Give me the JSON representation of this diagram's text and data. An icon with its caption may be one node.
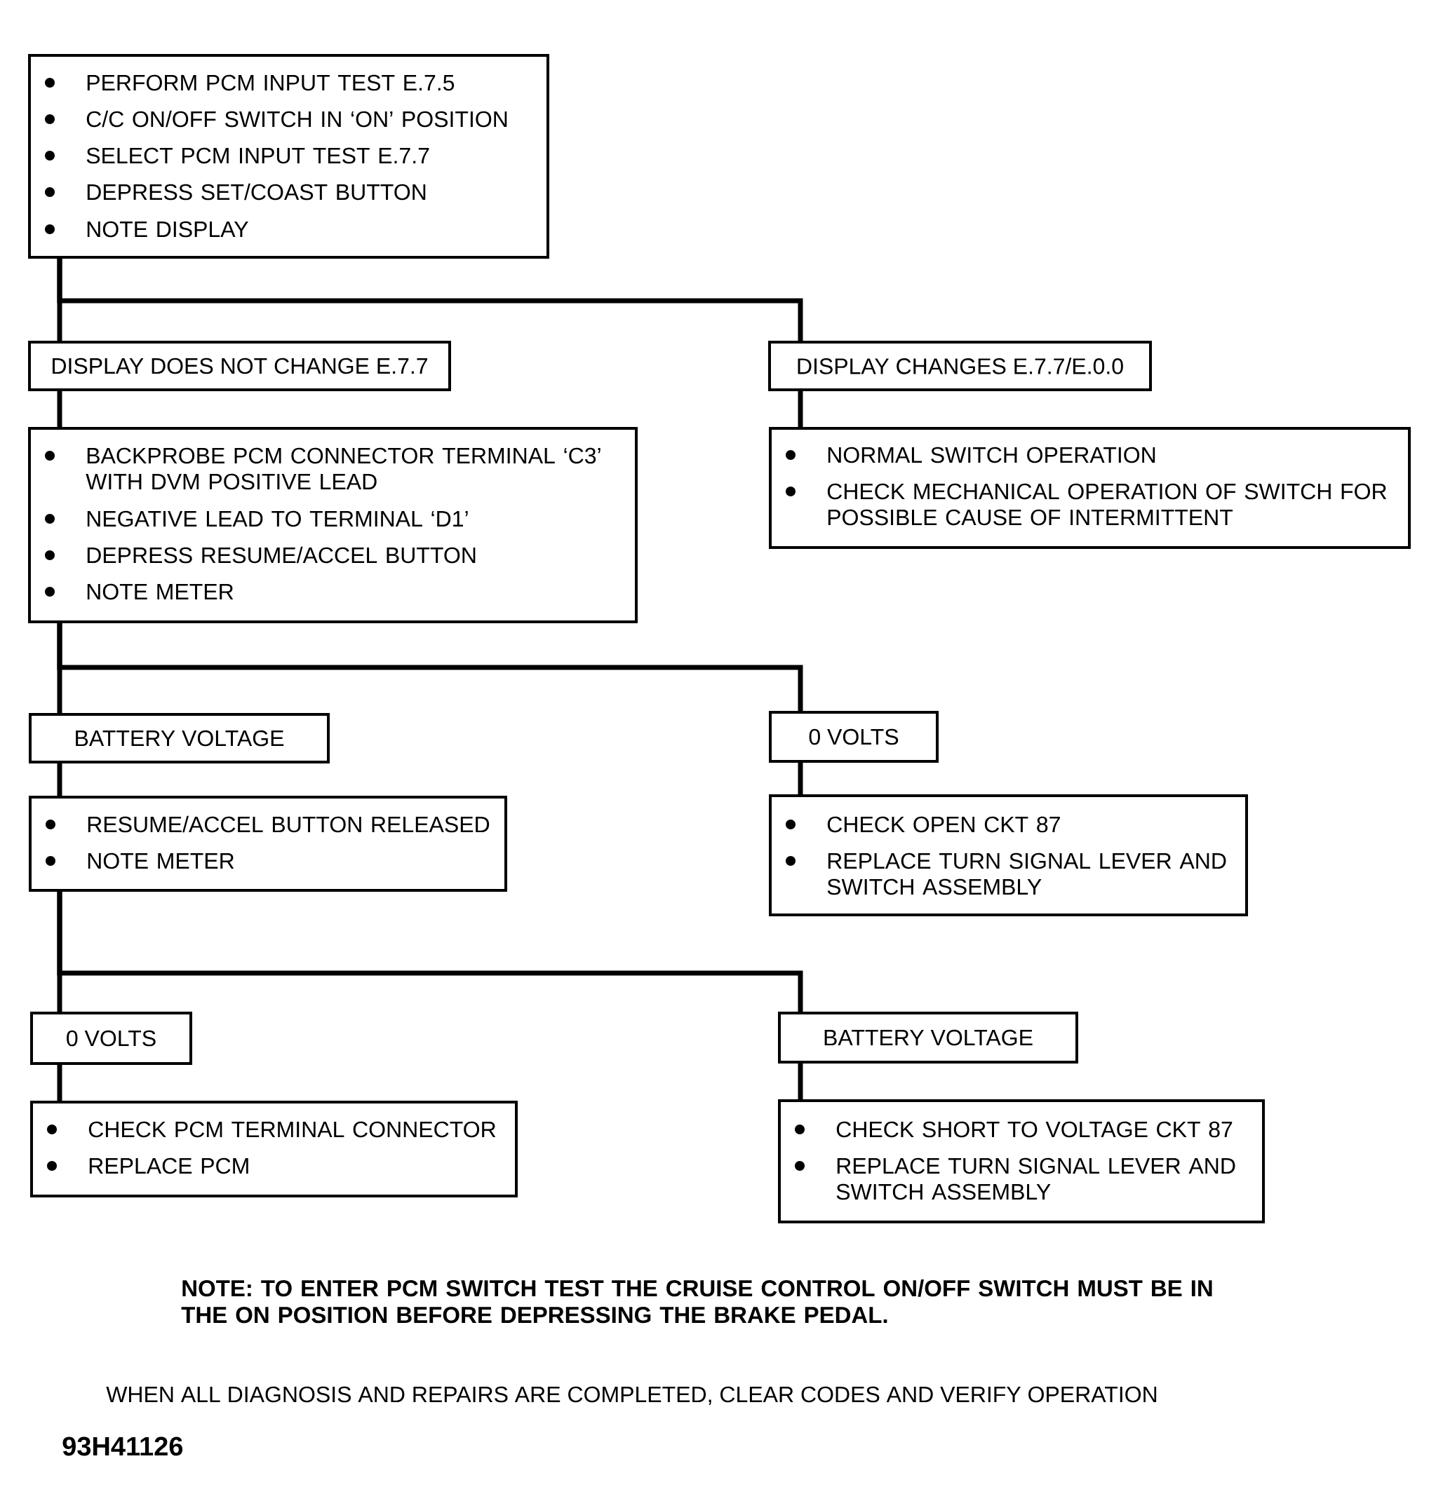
{
  "diagram": {
    "nodes": [
      {
        "text": [
          "PERFORM PCM INPUT TEST E.7.5",
          "C/C ON/OFF SWITCH IN ‘ON’ POSITION",
          "SELECT PCM INPUT TEST E.7.7",
          "DEPRESS SET/COAST BUTTON",
          "NOTE DISPLAY"
        ]
      },
      {
        "text": [
          "DISPLAY DOES NOT CHANGE E.7.7"
        ]
      },
      {
        "text": [
          "DISPLAY CHANGES E.7.7/E.0.0"
        ]
      },
      {
        "text": [
          "BACKPROBE PCM CONNECTOR TERMINAL ‘C3’ WITH DVM POSITIVE LEAD",
          "NEGATIVE LEAD TO TERMINAL ‘D1’",
          "DEPRESS RESUME/ACCEL BUTTON",
          "NOTE METER"
        ]
      },
      {
        "text": [
          "NORMAL SWITCH OPERATION",
          "CHECK MECHANICAL OPERATION OF SWITCH FOR POSSIBLE CAUSE OF INTERMITTENT"
        ]
      },
      {
        "text": [
          "BATTERY VOLTAGE"
        ]
      },
      {
        "text": [
          "0 VOLTS"
        ]
      },
      {
        "text": [
          "RESUME/ACCEL BUTTON RELEASED",
          "NOTE METER"
        ]
      },
      {
        "text": [
          "CHECK OPEN CKT 87",
          "REPLACE TURN SIGNAL LEVER AND SWITCH ASSEMBLY"
        ]
      },
      {
        "text": [
          "0 VOLTS"
        ]
      },
      {
        "text": [
          "BATTERY VOLTAGE"
        ]
      },
      {
        "text": [
          "CHECK PCM TERMINAL CONNECTOR",
          "REPLACE PCM"
        ]
      },
      {
        "text": [
          "CHECK SHORT TO VOLTAGE CKT 87",
          "REPLACE TURN SIGNAL LEVER AND SWITCH ASSEMBLY"
        ]
      }
    ],
    "edges": [
      {
        "from": 0,
        "to": 1,
        "arrow": "none"
      },
      {
        "from": 0,
        "to": 2,
        "arrow": "none"
      },
      {
        "from": 1,
        "to": 3,
        "arrow": "none"
      },
      {
        "from": 2,
        "to": 4,
        "arrow": "none"
      },
      {
        "from": 3,
        "to": 5,
        "arrow": "none"
      },
      {
        "from": 3,
        "to": 6,
        "arrow": "none"
      },
      {
        "from": 5,
        "to": 7,
        "arrow": "none"
      },
      {
        "from": 6,
        "to": 8,
        "arrow": "none"
      },
      {
        "from": 7,
        "to": 9,
        "arrow": "none"
      },
      {
        "from": 7,
        "to": 10,
        "arrow": "none"
      },
      {
        "from": 9,
        "to": 11,
        "arrow": "none"
      },
      {
        "from": 10,
        "to": 12,
        "arrow": "none"
      }
    ],
    "labels": [
      "NOTE: TO ENTER PCM SWITCH TEST THE CRUISE CONTROL ON/OFF SWITCH MUST BE IN THE ON POSITION BEFORE DEPRESSING THE BRAKE PEDAL.",
      "WHEN ALL DIAGNOSIS AND REPAIRS ARE COMPLETED, CLEAR CODES AND VERIFY OPERATION",
      "93H41126"
    ]
  }
}
